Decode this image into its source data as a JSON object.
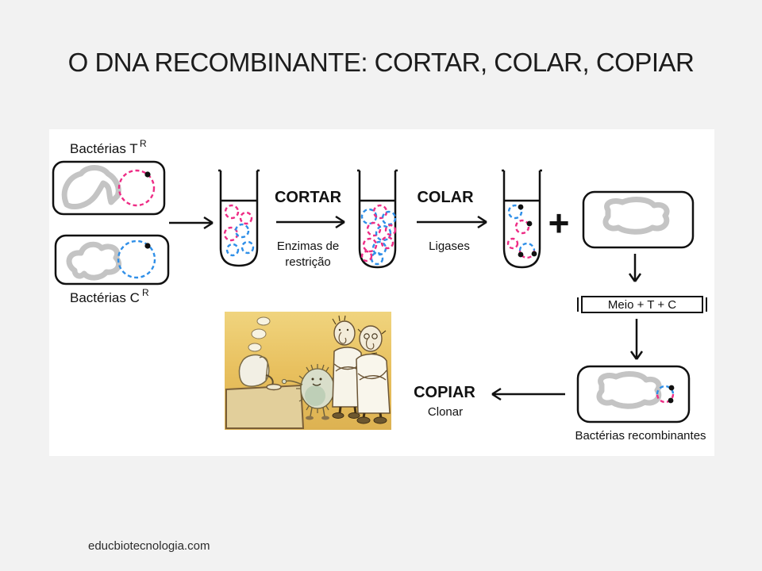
{
  "slide": {
    "title": "O DNA RECOMBINANTE: CORTAR, COLAR, COPIAR",
    "footer": "educbiotecnologia.com"
  },
  "diagram": {
    "source_t": {
      "label": "Bactérias T",
      "sup": "R"
    },
    "source_c": {
      "label": "Bactérias C",
      "sup": "R"
    },
    "cut": {
      "title": "CORTAR",
      "sub1": "Enzimas de",
      "sub2": "restrição"
    },
    "paste": {
      "title": "COLAR",
      "sub": "Ligases"
    },
    "copy": {
      "title": "COPIAR",
      "sub": "Clonar"
    },
    "plus": "+",
    "medium": "Meio + T + C",
    "recombinant_caption": "Bactérias recombinantes"
  },
  "icons": {
    "right-arrow-icon": "→",
    "down-arrow-icon": "↓",
    "left-arrow-icon": "←",
    "plus-icon": "+",
    "test-tube-icon": "U-shaped outline with liquid line",
    "bacteria-capsule-icon": "rounded rectangle cell",
    "chromosome-icon": "gray squiggle loop",
    "plasmid-icon": "dashed circle with marker dot",
    "scientists-cartoon": "hand-drawn cartoon: two scientists watching a microbe by a flask"
  },
  "colors": {
    "slide_background": "#f2f2f2",
    "panel_background": "#ffffff",
    "ink": "#111111",
    "plasmid_pink": "#ee2d86",
    "plasmid_blue": "#2f8fe8",
    "chromosome_gray": "#c4c4c4",
    "cartoon_sand": "#e8c05e"
  }
}
